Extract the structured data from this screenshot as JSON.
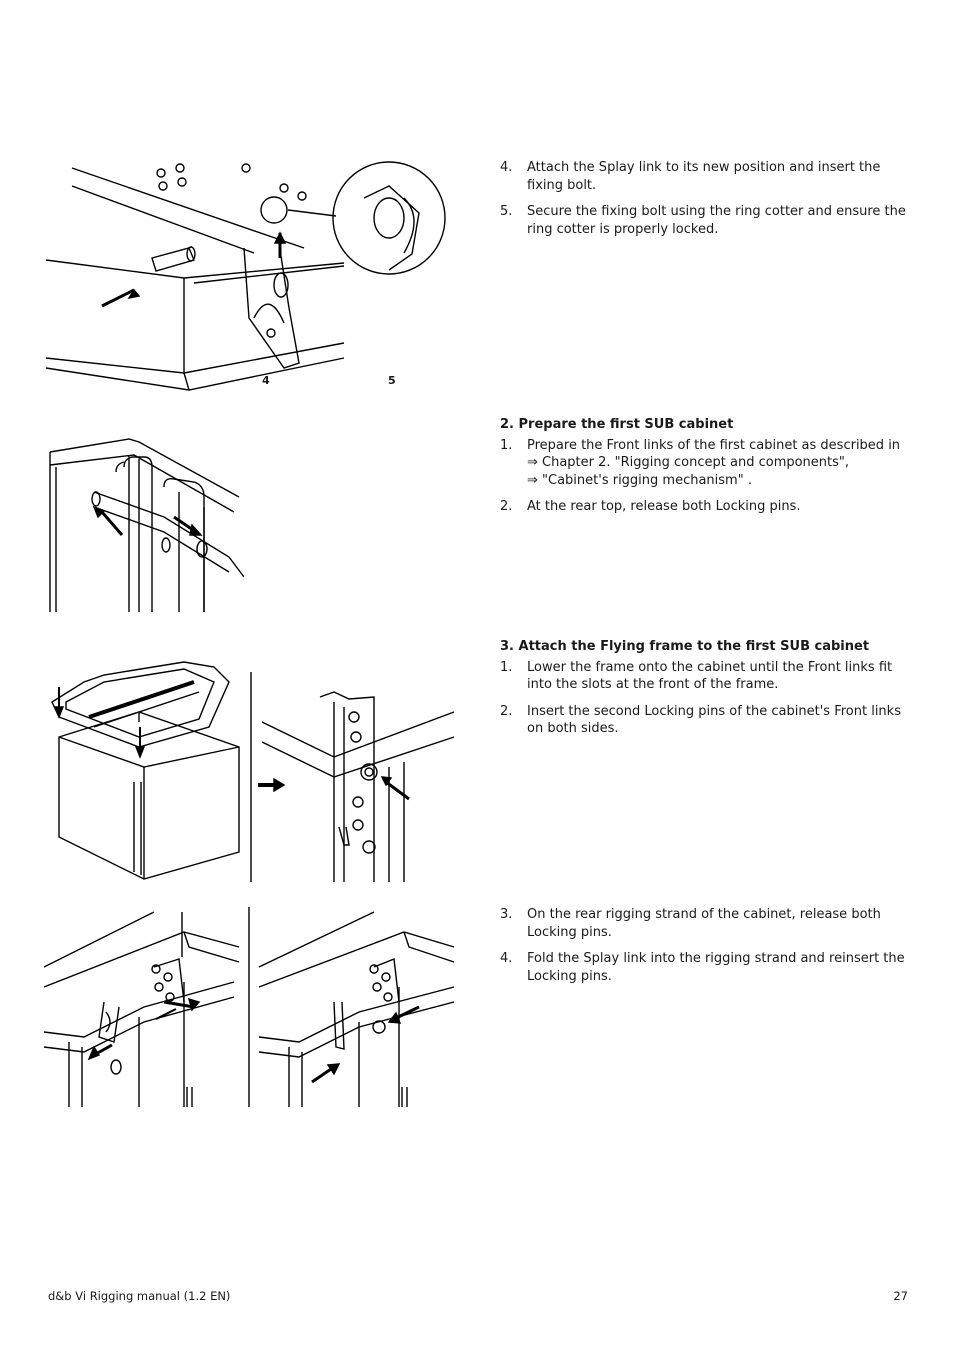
{
  "sections": {
    "s1": {
      "heading": "",
      "steps": [
        {
          "num": "4.",
          "text": "Attach the Splay link to its new position and insert the fixing bolt."
        },
        {
          "num": "5.",
          "text": "Secure the fixing bolt using the ring cotter and ensure the ring cotter is properly locked."
        }
      ]
    },
    "s2": {
      "heading": "2. Prepare the first SUB cabinet",
      "step1": {
        "num": "1.",
        "text": "Prepare the Front links of the first cabinet as described in",
        "ref1": "⇒ Chapter  2. \"Rigging concept and components\",",
        "ref2": "⇒ \"Cabinet's rigging mechanism\" ."
      },
      "step2": {
        "num": "2.",
        "text": "At the rear top, release both Locking pins."
      }
    },
    "s3": {
      "heading": "3. Attach the Flying frame to the first SUB cabinet",
      "steps": [
        {
          "num": "1.",
          "text": "Lower the frame onto the cabinet until the Front links fit into the slots at the front of the frame."
        },
        {
          "num": "2.",
          "text": "Insert the second Locking pins of the cabinet's Front links on both sides."
        }
      ]
    },
    "s4": {
      "steps": [
        {
          "num": "3.",
          "text": "On the rear rigging strand of the cabinet, release both Locking pins."
        },
        {
          "num": "4.",
          "text": "Fold the Splay link into the rigging strand and reinsert the Locking pins."
        }
      ]
    }
  },
  "figure1": {
    "callout_a": "4",
    "callout_b": "5"
  },
  "footer": {
    "left": "d&b Vi Rigging manual (1.2 EN)",
    "right": "27"
  }
}
